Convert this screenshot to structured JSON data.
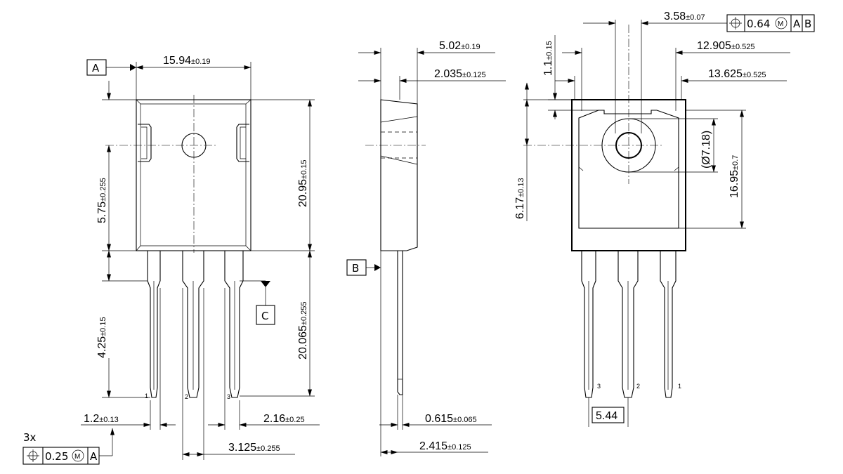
{
  "datums": {
    "a": "A",
    "b": "B",
    "c": "C"
  },
  "front_view": {
    "width_nom": "15.94",
    "width_tol": "±0.19",
    "hole_height_nom": "5.75",
    "hole_height_tol": "±0.255",
    "body_height_nom": "20.95",
    "body_height_tol": "±0.15",
    "lead_shoulder_nom": "4.25",
    "lead_shoulder_tol": "±0.15",
    "lead_length_nom": "20.065",
    "lead_length_tol": "±0.255",
    "lead_width_nom": "1.2",
    "lead_width_tol": "±0.13",
    "lead_upper_width_nom": "2.16",
    "lead_upper_width_tol": "±0.25",
    "lead_upper_mid_nom": "3.125",
    "lead_upper_mid_tol": "±0.255",
    "pins": [
      "1",
      "2",
      "3"
    ]
  },
  "lead_frame": {
    "count": "3x",
    "tolerance": "0.25",
    "modifier": "M",
    "datum": "A"
  },
  "side_view": {
    "thickness_nom": "5.02",
    "thickness_tol": "±0.19",
    "tab_nom": "2.035",
    "tab_tol": "±0.125",
    "lead_thick_nom": "0.615",
    "lead_thick_tol": "±0.065",
    "lead_offset_nom": "2.415",
    "lead_offset_tol": "±0.125"
  },
  "back_view": {
    "hole_pos_nom": "3.58",
    "hole_pos_tol": "±0.07",
    "frame_tolerance": "0.64",
    "frame_modifier": "M",
    "frame_datum_1": "A",
    "frame_datum_2": "B",
    "inner_width_nom": "12.905",
    "inner_width_tol": "±0.525",
    "outer_width_nom": "13.625",
    "outer_width_tol": "±0.525",
    "top_margin_nom": "1.1",
    "top_margin_tol": "±0.15",
    "hole_dia": "(Ø7.18)",
    "pad_height_nom": "16.95",
    "pad_height_tol": "±0.7",
    "hole_center_nom": "6.17",
    "hole_center_tol": "±0.13",
    "pitch": "5.44",
    "pins": [
      "3",
      "2",
      "1"
    ]
  }
}
